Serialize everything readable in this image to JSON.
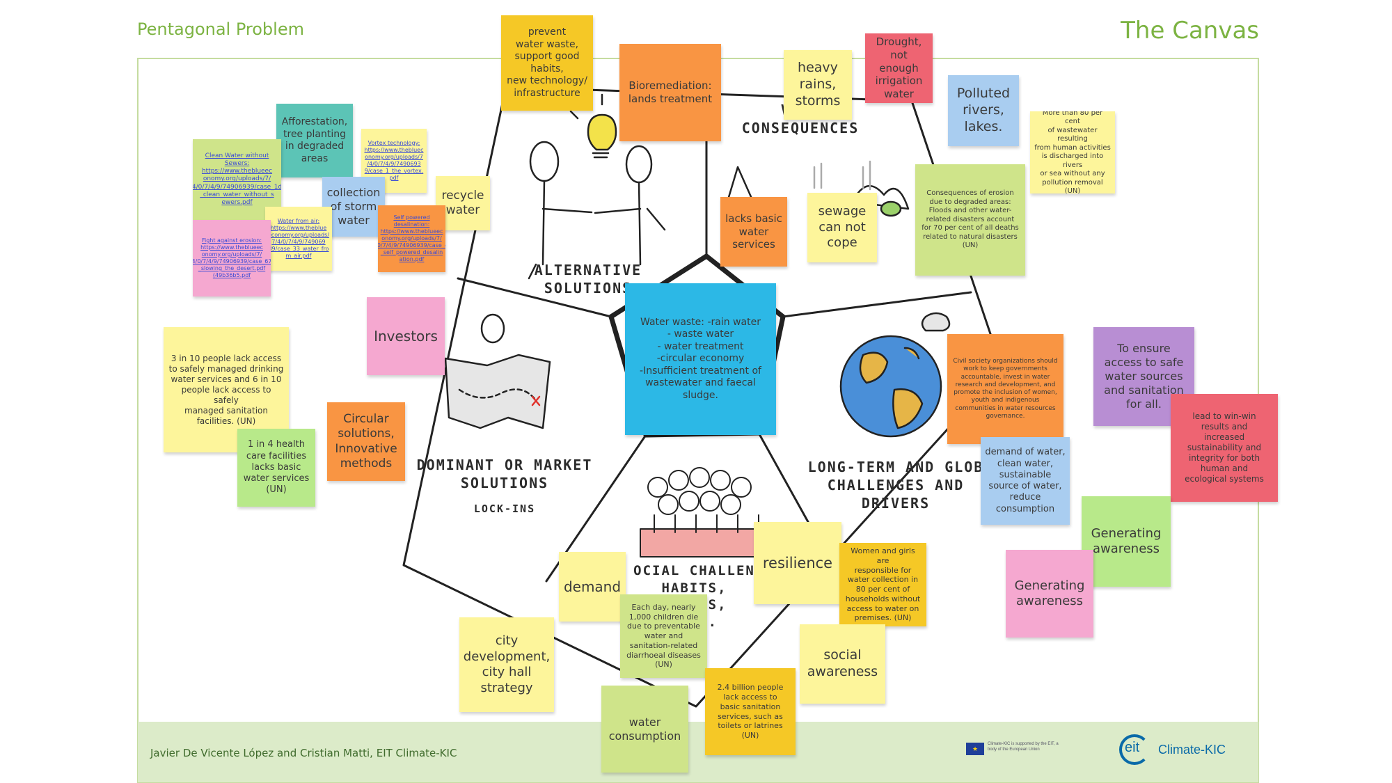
{
  "header": {
    "left_title": "Pentagonal Problem",
    "right_title": "The Canvas"
  },
  "footer": {
    "credit": "Javier De Vicente López and Cristian Matti, EIT Climate-KIC",
    "eu_text": "Climate-KIC is supported by the EIT, a body of the European Union",
    "logo_mark": "eit",
    "logo_text": "Climate-KIC"
  },
  "sections": {
    "alternative": "ALTERNATIVE\nSOLUTIONS",
    "visions": "VISI\nCONSEQUENCES",
    "dominant": "DOMINANT OR MARKET\nSOLUTIONS",
    "lockins": "LOCK-INS",
    "longterm": "LONG-TERM AND GLOB\nCHALLENGES AND\nDRIVERS",
    "social": "OCIAL CHALLEN\nHABITS, VALUES,\nNS..."
  },
  "colors": {
    "yellow": "#fdf59b",
    "gold": "#f5c826",
    "orange": "#f99543",
    "lime": "#cfe48a",
    "teal": "#5cc4b6",
    "blue": "#a9cdf0",
    "pink": "#f5a8d0",
    "red": "#ee6472",
    "purple": "#b88ed3",
    "cyan": "#2cb8e6",
    "green": "#b8e98a",
    "accent": "#7cb342"
  },
  "notes": {
    "prevent": "prevent\nwater waste,\nsupport good\nhabits,\nnew technology/\ninfrastructure",
    "bioremediation": "Bioremediation:\nlands treatment",
    "heavy_rains": "heavy\nrains,\nstorms",
    "drought": "Drought,\nnot enough\nirrigation\nwater",
    "polluted": "Polluted\nrivers,\nlakes.",
    "wastewater_un": "More than 80 per cent\nof wastewater resulting\nfrom human activities\nis discharged into rivers\nor sea without any\npollution removal (UN)",
    "afforestation": "Afforestation,\ntree planting\nin degraded\nareas",
    "vortex": "Vortex technology:\nhttps://www.thebluec\nonomy.org/uploads/7\n/4/0/7/4/9/7490693\n9/case_1_the_vortex.\npdf",
    "clean_water": "Clean Water without\nSewers:\nhttps://www.theblueec\nonomy.org/uploads/7/\n4/0/7/4/9/74906939/case_1d\n_clean_water_without_s\newers.pdf",
    "recycle": "recycle\nwater",
    "collection": "collection\nof storm\nwater",
    "water_from_air": "Water from air:\nhttps://www.theblue\neconomy.org/uploads/\n7/4/0/7/4/9/749069\n39/case_33_water_fro\nm_air.pdf",
    "self_powered": "Self powered\ndesalination:\nhttps://www.theblueec\nonomy.org/uploads/7/\n4/0/7/4/9/74906939/case_42\n_self_powered_desalin\nation.pdf",
    "erosion": "Fight against erosion:\nhttps://www.theblueec\nonomy.org/uploads/7/\n4/0/7/4/9/74906939/case_67\n_slowing_the_desert.pdf\n(49b36b5.pdf",
    "lacks_basic": "lacks basic\nwater\nservices",
    "sewage": "sewage\ncan not\ncope",
    "erosion_consequences": "Consequences of erosion\ndue to degraded areas:\nFloods and other water-\nrelated disasters account\nfor 70 per cent of all deaths\nrelated to natural disasters\n(UN)",
    "investors": "Investors",
    "core": "Water waste: -rain water\n- waste water\n- water treatment\n-circular economy\n-Insufficient treatment of\nwastewater and faecal\nsludge.",
    "civil_society": "Civil society organizations should\nwork to keep governments\naccountable, invest in water\nresearch and development, and\npromote the inclusion of women,\nyouth and indigenous\ncommunities in water resources\ngovernance.",
    "safe_access": "To ensure\naccess to safe\nwater sources\nand sanitation\nfor all.",
    "three_in_ten": "3 in 10 people lack access\nto safely managed drinking\nwater services and 6 in 10\npeople lack access to safely\nmanaged sanitation\nfacilities. (UN)",
    "circular": "Circular\nsolutions,\nInnovative\nmethods",
    "health_care": "1 in 4 health\ncare facilities\nlacks basic\nwater services\n(UN)",
    "demand_water": "demand of water,\nclean water,\nsustainable\nsource of water,\nreduce\nconsumption",
    "win_win": "lead to win-win\nresults and\nincreased\nsustainability and\nintegrity for both\nhuman and\necological systems",
    "generating_1": "Generating\nawareness",
    "generating_2": "Generating\nawareness",
    "resilience": "resilience",
    "women_girls": "Women and girls are\nresponsible for\nwater collection in\n80 per cent of\nhouseholds without\naccess to water on\npremises. (UN)",
    "demand": "demand",
    "children": "Each day, nearly\n1,000 children die\ndue to preventable\nwater and\nsanitation-related\ndiarrhoeal diseases\n(UN)",
    "city": "city\ndevelopment,\ncity hall\nstrategy",
    "social_awareness": "social\nawareness",
    "water_consumption": "water\nconsumption",
    "billion": "2.4 billion people\nlack access to\nbasic sanitation\nservices, such as\ntoilets or latrines\n(UN)"
  }
}
